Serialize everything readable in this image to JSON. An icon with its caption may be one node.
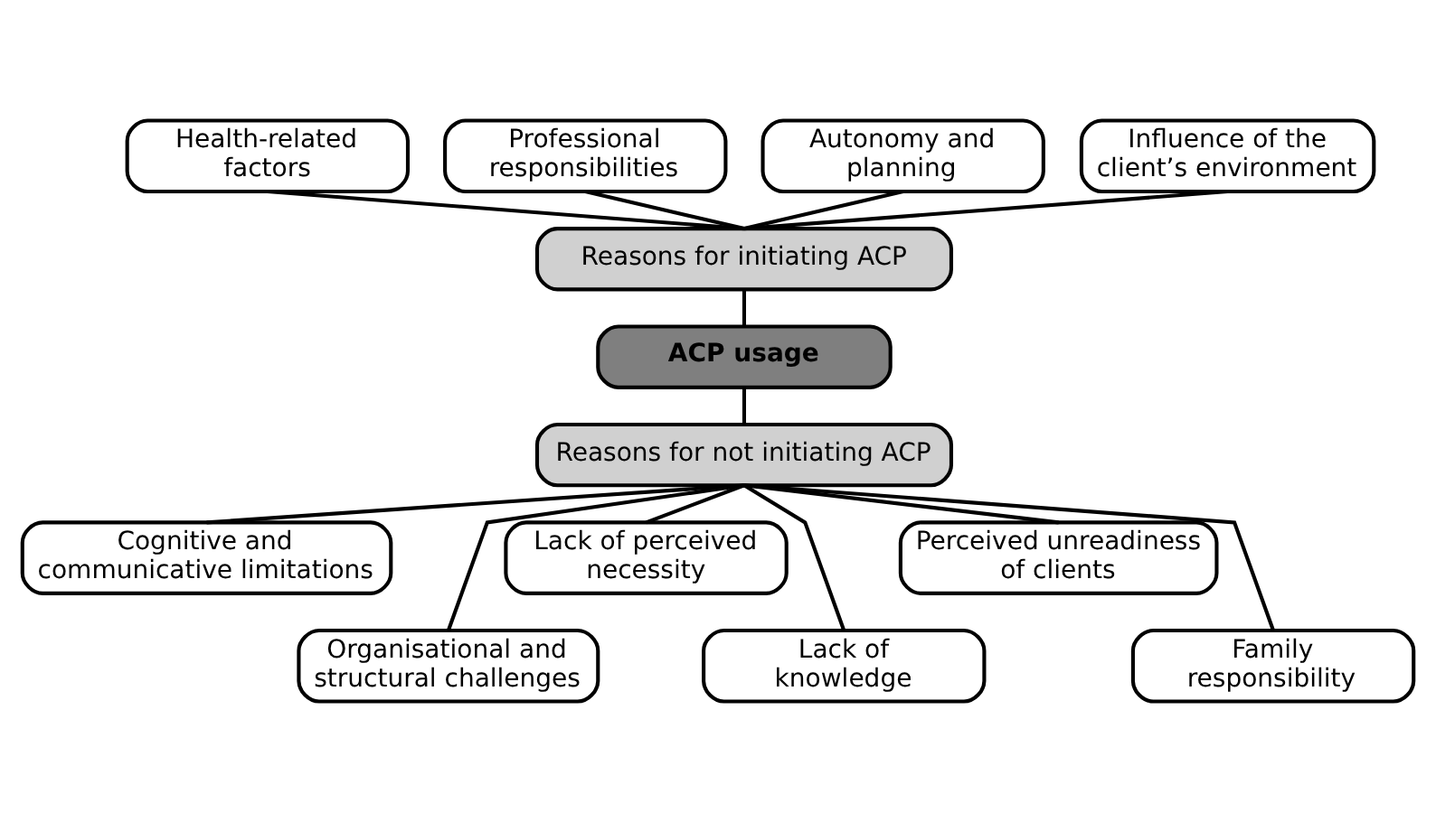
{
  "diagram": {
    "nodes": [
      {
        "text": [
          "Health-related factors"
        ]
      },
      {
        "text": [
          "Professional responsibilities"
        ]
      },
      {
        "text": [
          "Autonomy and planning"
        ]
      },
      {
        "text": [
          "Influence of the client’s environment"
        ]
      },
      {
        "text": [
          "Reasons for initiating ACP"
        ]
      },
      {
        "text": [
          "ACP usage"
        ]
      },
      {
        "text": [
          "Reasons for not initiating ACP"
        ]
      },
      {
        "text": [
          "Cognitive and communicative limitations"
        ]
      },
      {
        "text": [
          "Lack of perceived necessity"
        ]
      },
      {
        "text": [
          "Perceived unreadiness of clients"
        ]
      },
      {
        "text": [
          "Organisational and structural challenges"
        ]
      },
      {
        "text": [
          "Lack of knowledge"
        ]
      },
      {
        "text": [
          "Family responsibility"
        ]
      }
    ],
    "edges": [
      {
        "from": 0,
        "to": 4,
        "arrow": "none"
      },
      {
        "from": 1,
        "to": 4,
        "arrow": "none"
      },
      {
        "from": 2,
        "to": 4,
        "arrow": "none"
      },
      {
        "from": 3,
        "to": 4,
        "arrow": "none"
      },
      {
        "from": 4,
        "to": 5,
        "arrow": "none"
      },
      {
        "from": 5,
        "to": 6,
        "arrow": "none"
      },
      {
        "from": 6,
        "to": 7,
        "arrow": "none"
      },
      {
        "from": 6,
        "to": 10,
        "arrow": "none"
      },
      {
        "from": 6,
        "to": 8,
        "arrow": "none"
      },
      {
        "from": 6,
        "to": 11,
        "arrow": "none"
      },
      {
        "from": 6,
        "to": 9,
        "arrow": "none"
      },
      {
        "from": 6,
        "to": 12,
        "arrow": "none"
      }
    ]
  }
}
